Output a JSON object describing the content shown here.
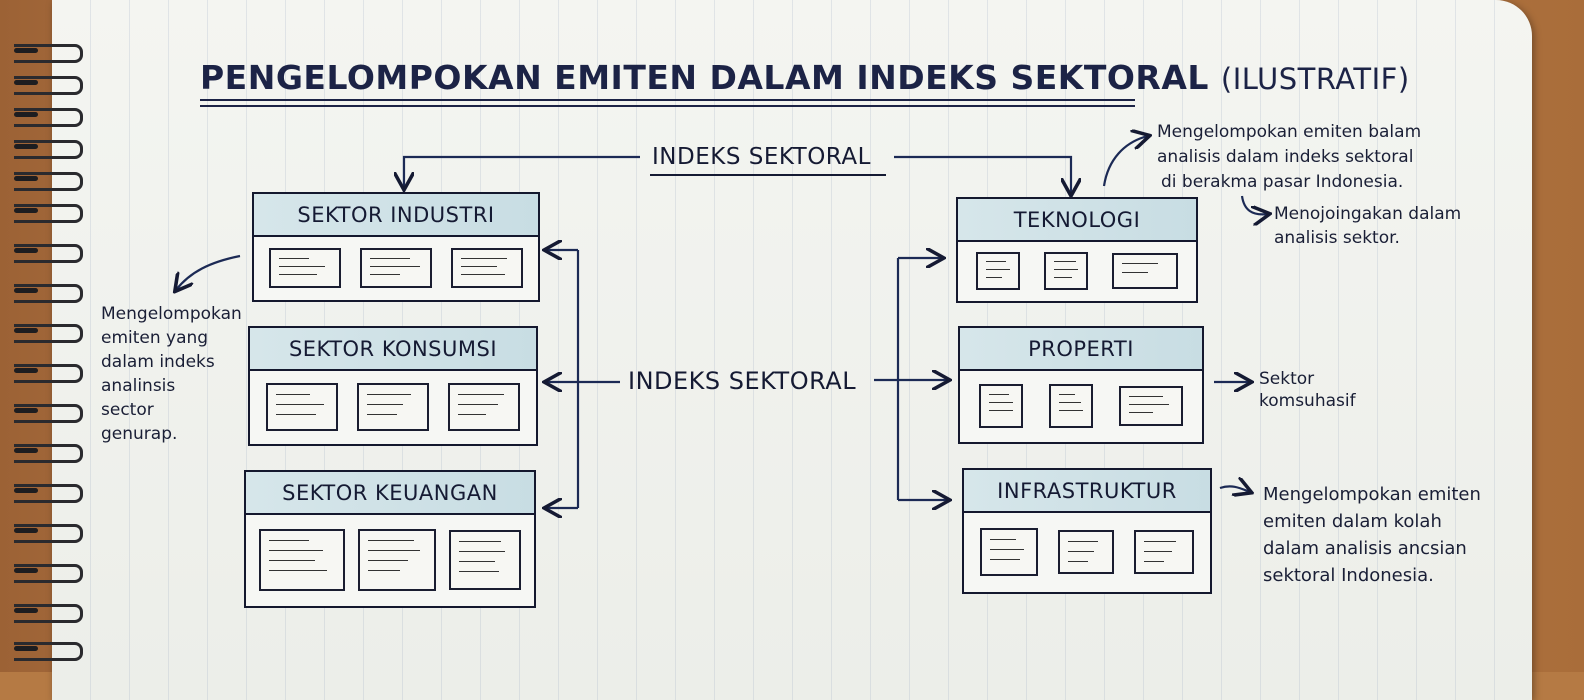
{
  "title": "PENGELOMPOKAN EMITEN DALAM INDEKS SEKTORAL",
  "title_suffix": "(ILUSTRATIF)",
  "hub_top_label": "INDEKS SEKTORAL",
  "hub_center_label": "INDEKS SEKTORAL",
  "left_sectors": [
    {
      "label": "SEKTOR INDUSTRI"
    },
    {
      "label": "SEKTOR KONSUMSI"
    },
    {
      "label": "SEKTOR KEUANGAN"
    }
  ],
  "right_sectors": [
    {
      "label": "TEKNOLOGI"
    },
    {
      "label": "PROPERTI"
    },
    {
      "label": "INFRASTRUKTUR"
    }
  ],
  "notes": {
    "left": [
      "Mengelompokan",
      "emiten yang",
      "dalam indeks",
      "analinsis",
      "sector",
      "genurap."
    ],
    "top_right": [
      "Mengelompokan emiten balam",
      "analisis dalam indeks sektoral",
      "di berakma pasar Indonesia."
    ],
    "top_right_sub": [
      "Menojoingakan dalam",
      "analisis sektor."
    ],
    "mid_right": [
      "Sektor",
      "komsuhasif"
    ],
    "bottom_right": [
      "Mengelompokan emiten",
      "emiten dalam kolah",
      "dalam analisis ancsian",
      "sektoral Indonesia."
    ]
  },
  "colors": {
    "ink": "#1c2346",
    "header_fill": "#cfe2e7",
    "paper": "#f2f3ef"
  }
}
